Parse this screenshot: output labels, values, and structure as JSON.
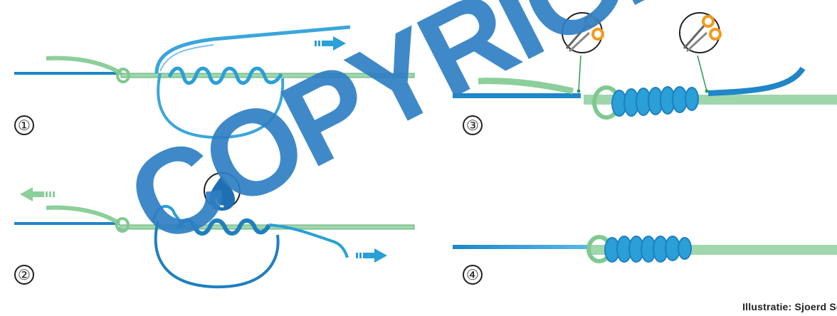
{
  "steps": [
    {
      "number": "①"
    },
    {
      "number": "②"
    },
    {
      "number": "③"
    },
    {
      "number": "④"
    }
  ],
  "credit": "Illustratie: Sjoerd Schroe",
  "watermark": "COPYRIGHT",
  "icons": {
    "pull_arrow": "arrow-icon",
    "lubricate": "water-drop-icon",
    "trim": "scissors-icon"
  },
  "colors": {
    "line_blue": "#2a9fd8",
    "line_blue_dark": "#1f7fc0",
    "line_green": "#8ccf9a",
    "line_green_dark": "#5fae73",
    "scissor_orange": "#f39a1a",
    "watermark": "#2f7fc4"
  }
}
